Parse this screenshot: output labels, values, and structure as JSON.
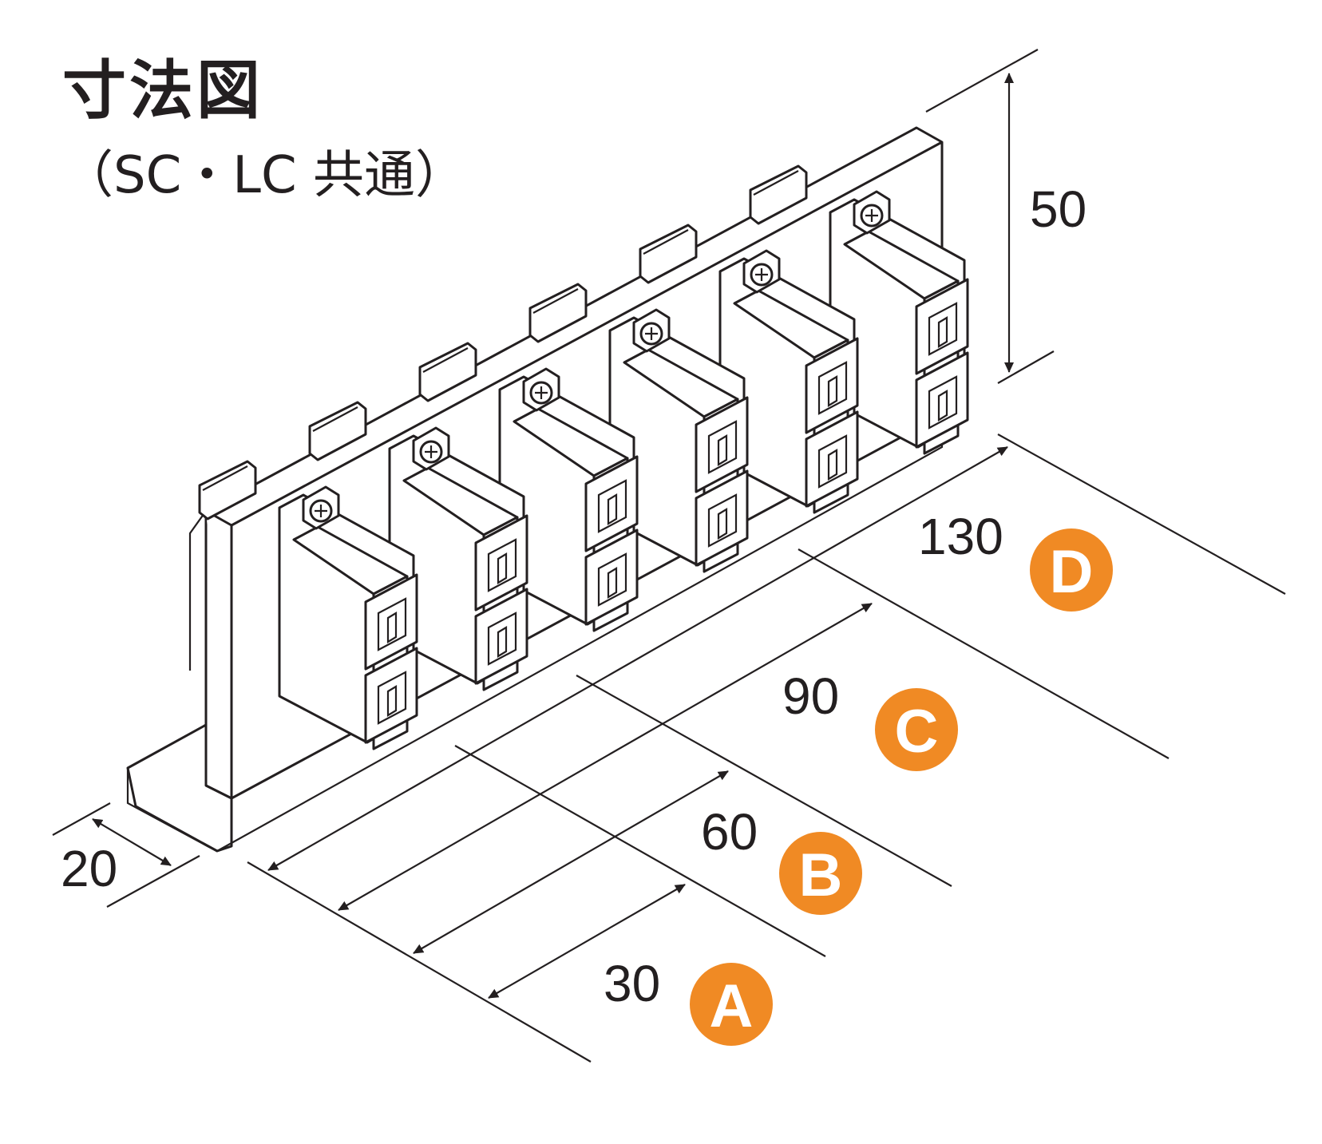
{
  "title": "寸法図",
  "subtitle": "（SC・LC 共通）",
  "accent_color": "#f08a24",
  "line_color": "#231f20",
  "dimensions": {
    "height": "50",
    "depth": "20",
    "widths": [
      {
        "value": "30",
        "badge": "A"
      },
      {
        "value": "60",
        "badge": "B"
      },
      {
        "value": "90",
        "badge": "C"
      },
      {
        "value": "130",
        "badge": "D"
      }
    ]
  },
  "adapter_count": 6
}
